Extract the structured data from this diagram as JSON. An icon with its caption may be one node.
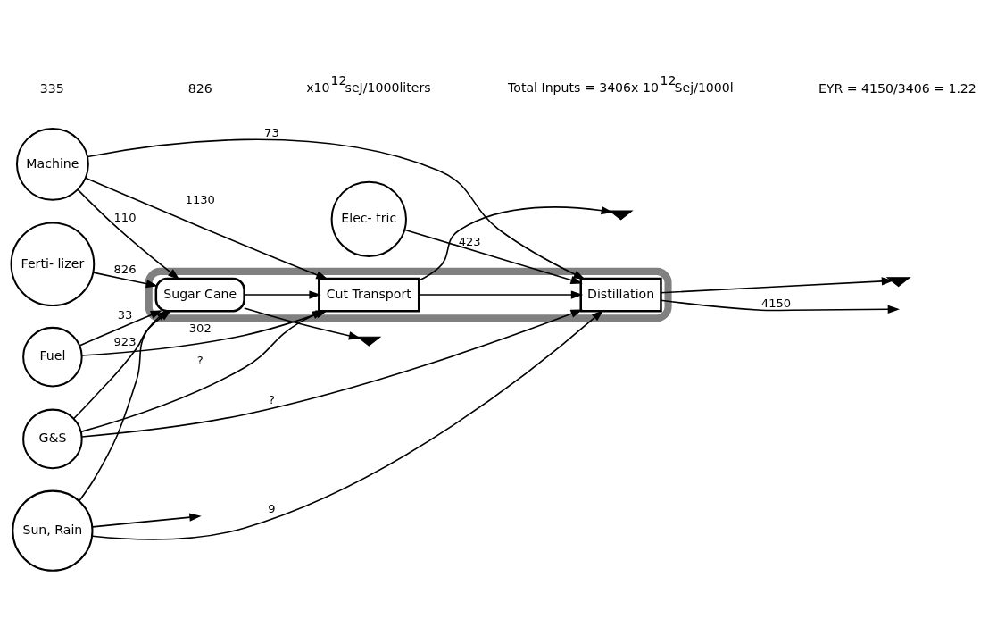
{
  "diagram": {
    "nodes": [
      {
        "text": [],
        "shape": "box"
      },
      {
        "text": [
          "Sugar Cane"
        ],
        "in": 0
      },
      {
        "text": [
          "Cut Transport"
        ],
        "in": 0
      },
      {
        "text": [
          "Distillation"
        ],
        "in": 0
      },
      {
        "text": [
          "Fuel"
        ]
      },
      {
        "text": [
          "Ferti- lizer"
        ]
      },
      {
        "text": [
          "Machine"
        ]
      },
      {
        "text": [
          "Elec- tric"
        ]
      },
      {
        "text": [
          "G&S"
        ]
      },
      {
        "text": [
          "Sun, Rain"
        ]
      },
      {
        "text": [],
        "shape": "ground"
      },
      {
        "text": [],
        "shape": "ground"
      },
      {
        "text": [],
        "shape": "ground"
      }
    ],
    "edges": [
      {
        "from": 4,
        "to": 1,
        "arrow": "to",
        "label": "33"
      },
      {
        "from": 4,
        "to": 2,
        "arrow": "to",
        "label": "302"
      },
      {
        "from": 5,
        "to": 1,
        "arrow": "to",
        "label": "826"
      },
      {
        "from": 6,
        "to": 1,
        "arrow": "to",
        "label": "110"
      },
      {
        "from": 6,
        "to": 2,
        "arrow": "to",
        "label": "1130"
      },
      {
        "from": 6,
        "to": 3,
        "arrow": "to",
        "label": "73"
      },
      {
        "from": 7,
        "to": 3,
        "arrow": "to",
        "label": "423"
      },
      {
        "from": 8,
        "to": 1,
        "arrow": "to",
        "label": "923"
      },
      {
        "from": 8,
        "to": 2,
        "arrow": "to",
        "label": "?"
      },
      {
        "from": 8,
        "to": 3,
        "arrow": "to",
        "label": "?"
      },
      {
        "from": 9,
        "to": 3,
        "arrow": "to",
        "label": "9"
      },
      {
        "from": 9,
        "to": 1,
        "arrow": "to"
      },
      {
        "from": 9,
        "to": null,
        "arrow": "to"
      },
      {
        "from": 1,
        "to": 2,
        "arrow": "to"
      },
      {
        "from": 2,
        "to": 3,
        "arrow": "to"
      },
      {
        "from": 3,
        "to": null,
        "arrow": "to",
        "label": "4150"
      },
      {
        "from": 1,
        "to": 10,
        "arrow": "to"
      },
      {
        "from": 2,
        "to": 11,
        "arrow": "to"
      },
      {
        "from": 3,
        "to": 12,
        "arrow": "to"
      }
    ],
    "labels": [
      "335",
      "826",
      "x10$^{12}$seJ/1000liters",
      "Total Inputs = 3406x 10$^{12}$Sej/1000l",
      "EYR = 4150/3406 = 1.22"
    ]
  }
}
